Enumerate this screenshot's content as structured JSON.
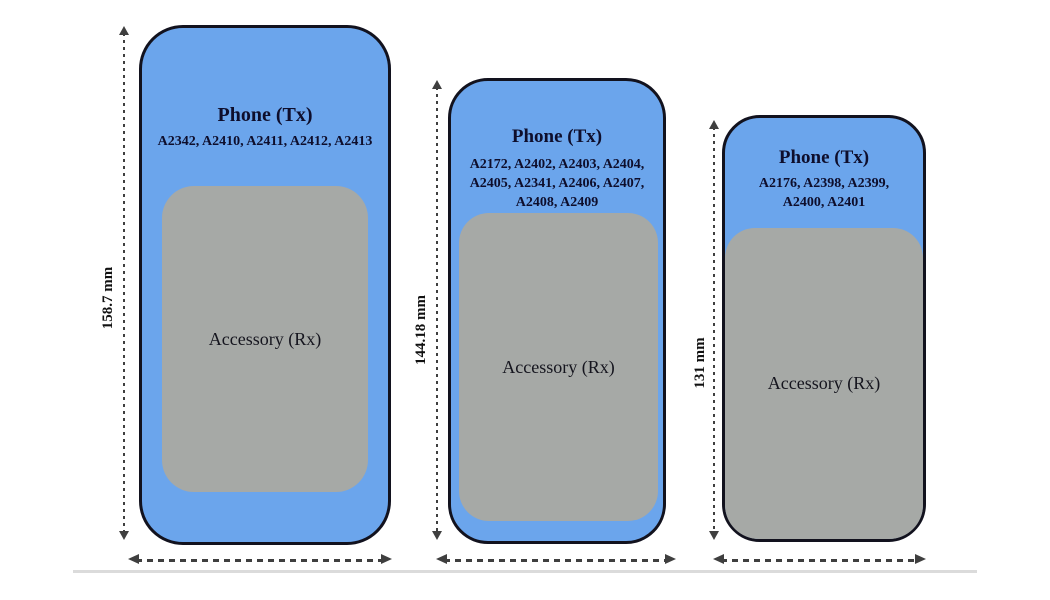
{
  "diagram": {
    "description": "Phone transmitter and accessory receiver size diagram",
    "phones": [
      {
        "title": "Phone (Tx)",
        "model_lines": [
          "A2342, A2410, A2411, A2412, A2413"
        ],
        "accessory_label": "Accessory (Rx)",
        "height_label": "158.7 mm"
      },
      {
        "title": "Phone (Tx)",
        "model_lines": [
          "A2172, A2402, A2403, A2404,",
          "A2405, A2341, A2406, A2407,",
          "A2408, A2409"
        ],
        "accessory_label": "Accessory (Rx)",
        "height_label": "144.18 mm"
      },
      {
        "title": "Phone (Tx)",
        "model_lines": [
          "A2176, A2398, A2399,",
          "A2400, A2401"
        ],
        "accessory_label": "Accessory (Rx)",
        "height_label": "131 mm"
      }
    ],
    "colors": {
      "phone_fill": "#6BA5EC",
      "accessory_fill": "#A6A9A6",
      "phone_border": "#12121E",
      "arrow": "#3F3F3F",
      "text": "#0E0E2C",
      "baseline": "#DBDBDB"
    }
  }
}
